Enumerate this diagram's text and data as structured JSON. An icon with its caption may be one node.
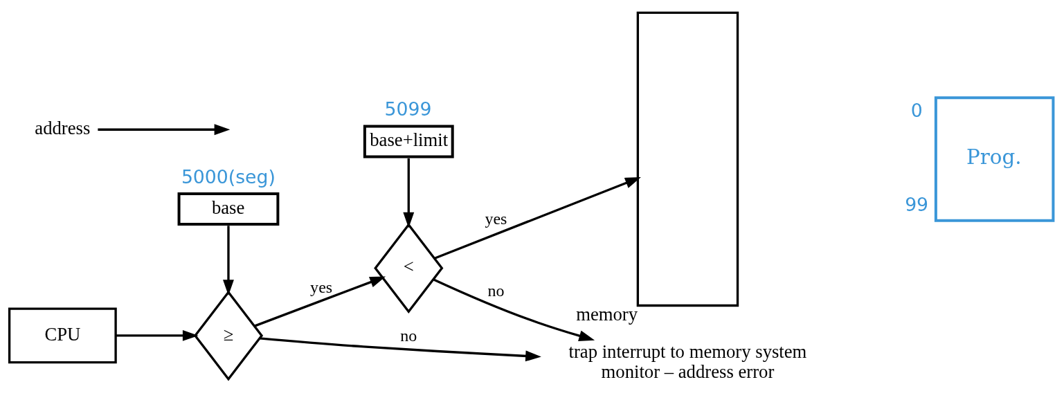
{
  "diagram": {
    "nodes": [
      {
        "text": [
          "base"
        ],
        "beside": [
          "5000(seg)"
        ]
      },
      {
        "text": [
          "base+limit"
        ],
        "beside": [
          "5099"
        ]
      },
      {
        "text": [
          "CPU"
        ]
      },
      {
        "text": [
          "≥"
        ]
      },
      {
        "text": [
          "<"
        ]
      },
      {
        "text": [],
        "shape": "box",
        "beside": [
          "memory"
        ]
      },
      {
        "text": [
          "trap interrupt to memory system monitor – address error"
        ]
      },
      {
        "text": [
          "address"
        ]
      },
      {
        "text": [
          "Prog."
        ],
        "beside": [
          "0",
          "99"
        ]
      }
    ],
    "edges": [
      {
        "from": 2,
        "to": 3,
        "arrow": "to"
      },
      {
        "from": 0,
        "to": 3,
        "arrow": "to"
      },
      {
        "from": 1,
        "to": 4,
        "arrow": "to"
      },
      {
        "from": 3,
        "to": 4,
        "arrow": "to",
        "label": "yes"
      },
      {
        "from": 4,
        "to": 5,
        "arrow": "to",
        "label": "yes"
      },
      {
        "from": 3,
        "to": 6,
        "arrow": "to",
        "label": "no"
      },
      {
        "from": 4,
        "to": 6,
        "arrow": "to",
        "label": "no"
      },
      {
        "from": 7,
        "to": null,
        "arrow": "to"
      }
    ]
  }
}
